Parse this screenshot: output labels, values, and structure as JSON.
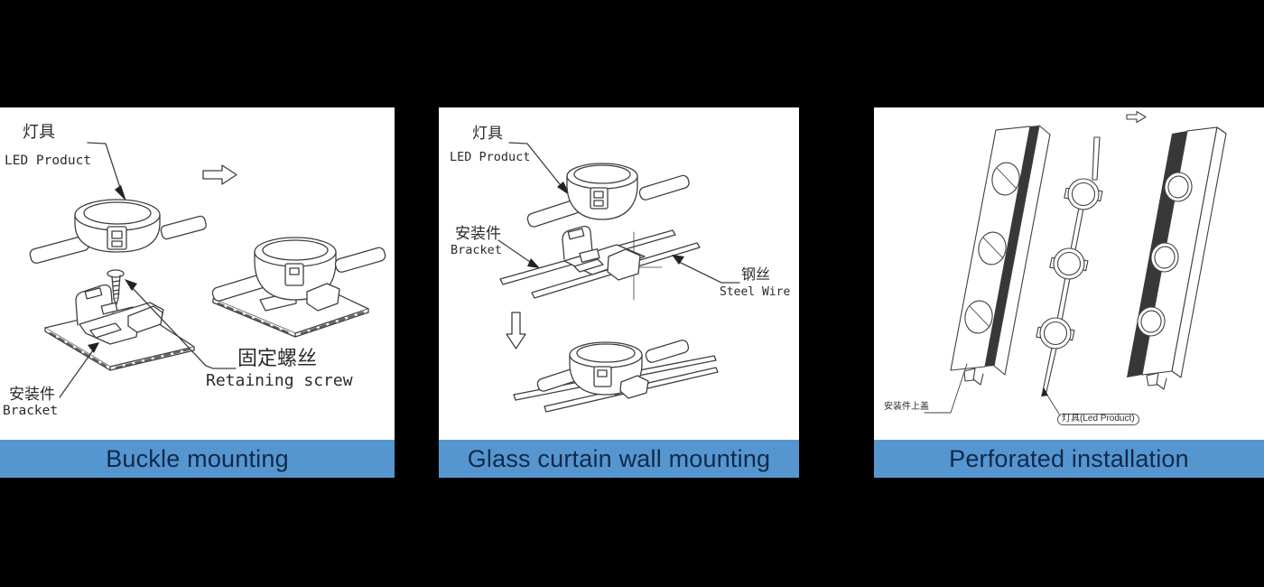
{
  "scene": {
    "background": "#000000",
    "panel_background": "#ffffff",
    "caption_background": "#5696d0",
    "caption_text_color": "#10294a",
    "line_color": "#3f3f3f",
    "label_color": "#2b2b2b",
    "icons": {
      "panel1_arrow": "arrow-right",
      "panel2_arrow": "arrow-down",
      "panel3_arrow": "arrow-right"
    }
  },
  "panels": [
    {
      "id": "buckle-mounting",
      "caption": "Buckle mounting",
      "labels": {
        "led_product": {
          "zh": "灯具",
          "en": "LED Product"
        },
        "bracket": {
          "zh": "安装件",
          "en": "Bracket"
        },
        "retaining_screw": {
          "zh": "固定螺丝",
          "en": "Retaining screw"
        }
      }
    },
    {
      "id": "glass-curtain-wall-mounting",
      "caption": "Glass curtain wall mounting",
      "labels": {
        "led_product": {
          "zh": "灯具",
          "en": "LED Product"
        },
        "bracket": {
          "zh": "安装件",
          "en": "Bracket"
        },
        "steel_wire": {
          "zh": "钢丝",
          "en": "Steel Wire"
        }
      }
    },
    {
      "id": "perforated-installation",
      "caption": "Perforated installation",
      "labels": {
        "bracket_cover": {
          "zh": "安装件上盖"
        },
        "led_product": {
          "text": "灯具(Led Product)"
        }
      }
    }
  ]
}
